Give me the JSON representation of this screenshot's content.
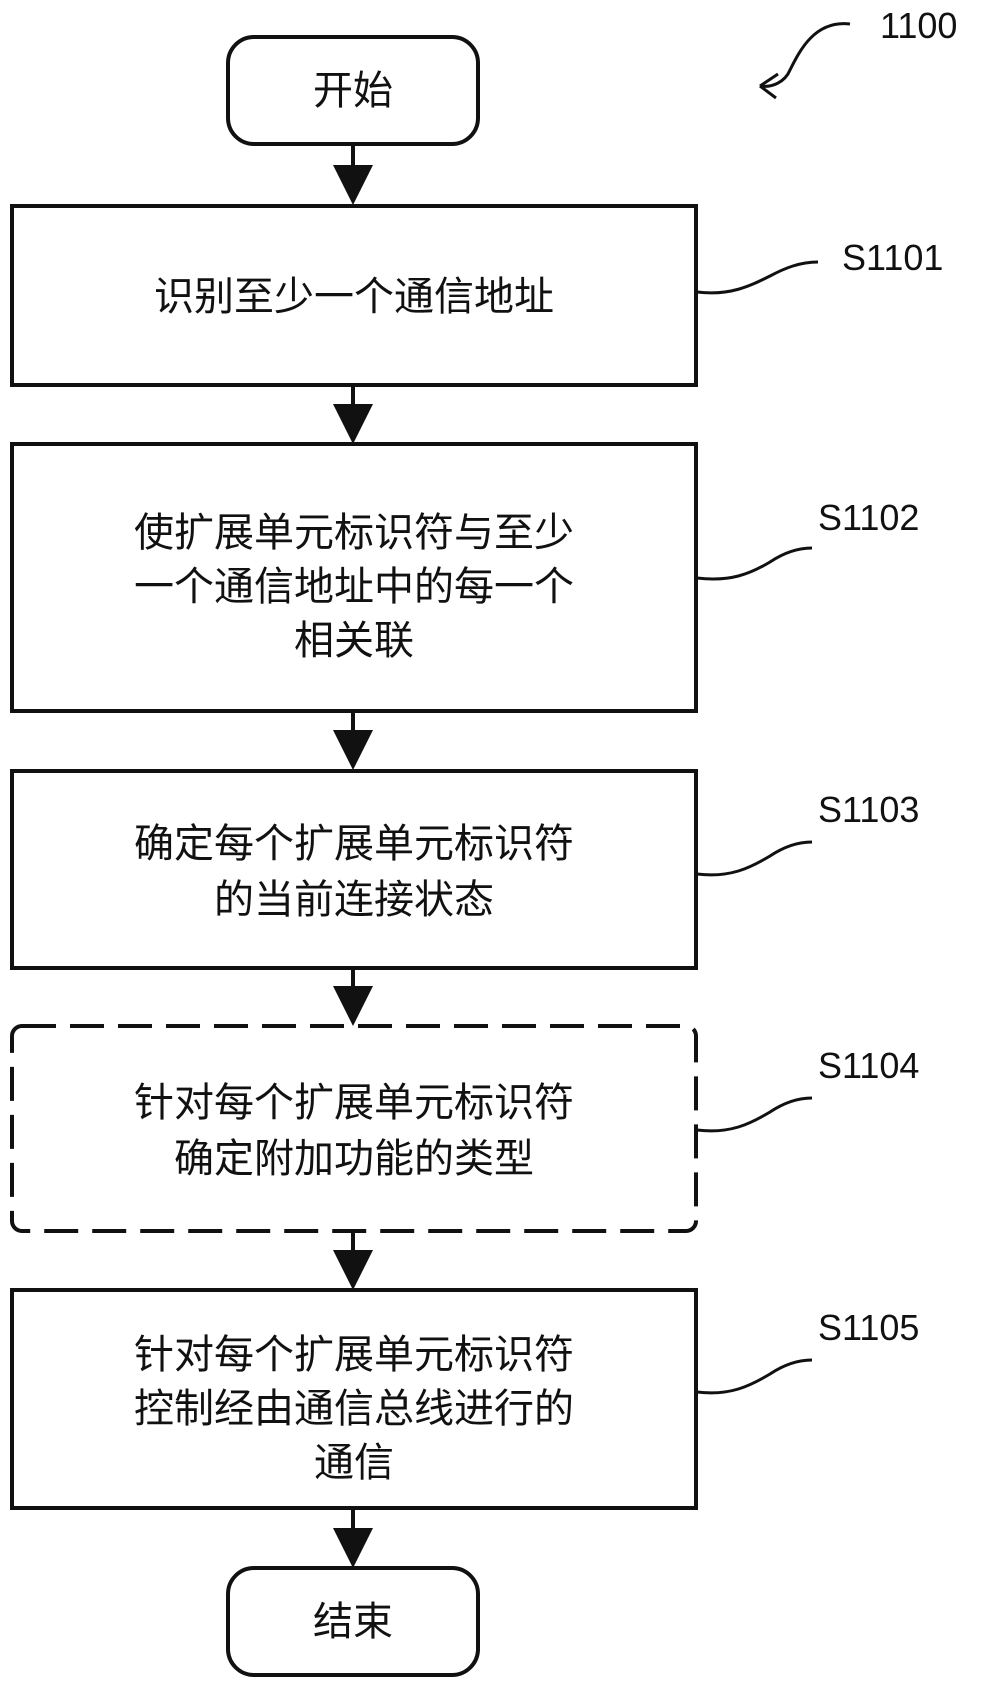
{
  "diagram": {
    "figure_ref": "1100",
    "start_label": "开始",
    "end_label": "结束",
    "steps": [
      {
        "id": "S1101",
        "lines": [
          "识别至少一个通信地址"
        ],
        "optional": false
      },
      {
        "id": "S1102",
        "lines": [
          "使扩展单元标识符与至少",
          "一个通信地址中的每一个",
          "相关联"
        ],
        "optional": false
      },
      {
        "id": "S1103",
        "lines": [
          "确定每个扩展单元标识符",
          "的当前连接状态"
        ],
        "optional": false
      },
      {
        "id": "S1104",
        "lines": [
          "针对每个扩展单元标识符",
          "确定附加功能的类型"
        ],
        "optional": true
      },
      {
        "id": "S1105",
        "lines": [
          "针对每个扩展单元标识符",
          "控制经由通信总线进行的",
          "通信"
        ],
        "optional": false
      }
    ]
  }
}
